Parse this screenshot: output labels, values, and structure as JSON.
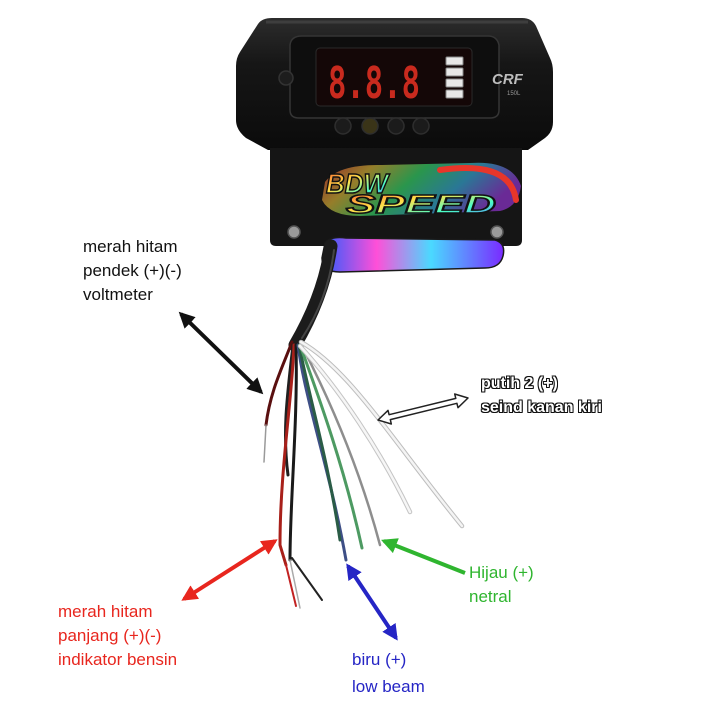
{
  "device": {
    "display_digits": "8.8.8",
    "model_logo": "CRF",
    "model_sub": "150L",
    "sticker_word_1": "BDW",
    "sticker_word_2": "SPEED"
  },
  "labels": {
    "voltmeter": {
      "line1": "merah hitam",
      "line2": "pendek (+)(-)",
      "line3": "voltmeter"
    },
    "sein": {
      "line1": "putih 2 (+)",
      "line2": "seind kanan kiri"
    },
    "netral": {
      "line1": "Hijau (+)",
      "line2": "netral"
    },
    "low_beam": {
      "line1": "biru (+)",
      "line2": "low beam"
    },
    "bensin": {
      "line1": "merah hitam",
      "line2": "panjang (+)(-)",
      "line3": "indikator bensin"
    }
  },
  "colors": {
    "black_label": "#111111",
    "green_label": "#2fb52f",
    "blue_label": "#2525c5",
    "red_label": "#e8261e",
    "led": "#c92a1e"
  },
  "icons": {
    "arrows": [
      "double-arrow-black",
      "double-arrow-white",
      "arrow-green",
      "double-arrow-blue",
      "double-arrow-red"
    ]
  }
}
